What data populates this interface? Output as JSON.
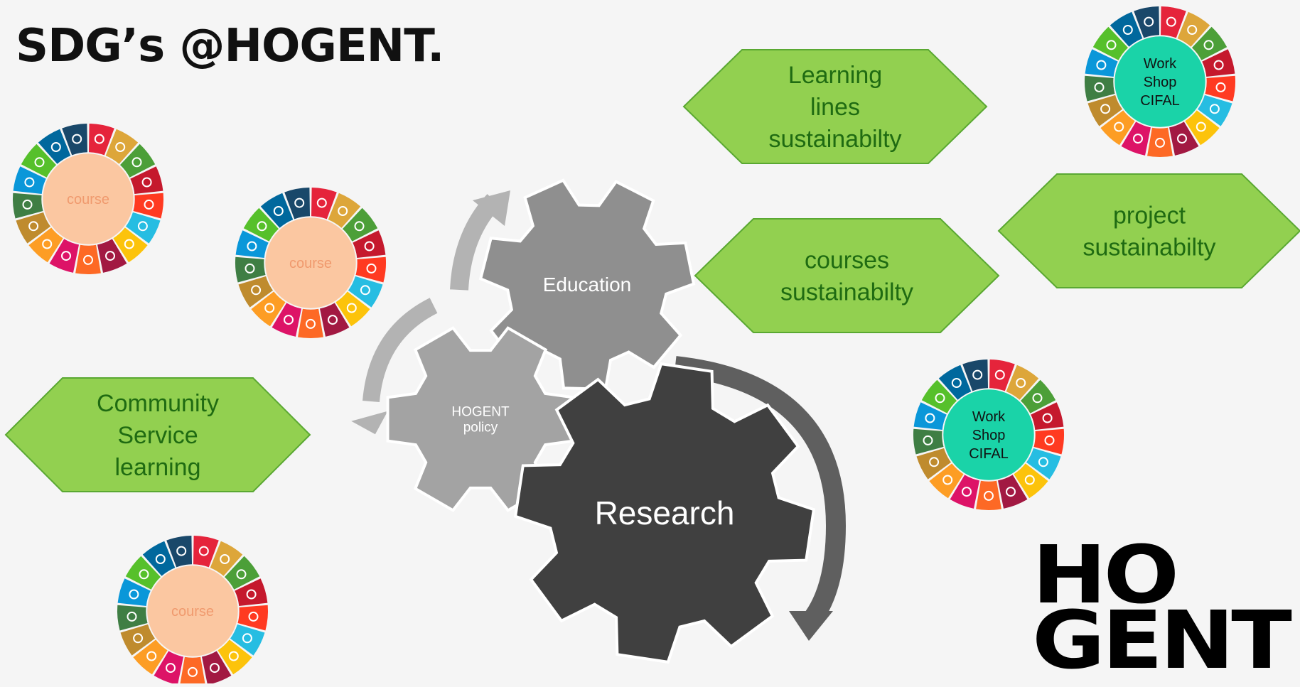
{
  "title": "SDG’s @HOGENT.",
  "logo": {
    "line1": "HO",
    "line2": "GENT"
  },
  "gears": [
    {
      "id": "gear-education",
      "label": "Education"
    },
    {
      "id": "gear-hogent-policy",
      "label": "HOGENT\npolicy"
    },
    {
      "id": "gear-research",
      "label": "Research"
    }
  ],
  "hexagons": [
    {
      "id": "hex-learning-lines",
      "label": "Learning\nlines\nsustainabilty"
    },
    {
      "id": "hex-courses",
      "label": "courses\nsustainabilty"
    },
    {
      "id": "hex-project",
      "label": "project\nsustainabilty"
    },
    {
      "id": "hex-community-service",
      "label": "Community\nService\nlearning"
    }
  ],
  "wheels": [
    {
      "id": "wheel-course-1",
      "label": "course",
      "center_color": "#fbc7a1",
      "text_color": "#f09a6e"
    },
    {
      "id": "wheel-course-2",
      "label": "course",
      "center_color": "#fbc7a1",
      "text_color": "#f09a6e"
    },
    {
      "id": "wheel-course-3",
      "label": "course",
      "center_color": "#fbc7a1",
      "text_color": "#f09a6e"
    },
    {
      "id": "wheel-workshop-1",
      "label": "Work\nShop\nCIFAL",
      "center_color": "#1ad3a8",
      "text_color": "#111111"
    },
    {
      "id": "wheel-workshop-2",
      "label": "Work\nShop\nCIFAL",
      "center_color": "#1ad3a8",
      "text_color": "#111111"
    }
  ],
  "colors": {
    "hex_fill": "#92d050",
    "hex_text": "#1f6b12",
    "gear_light": "#a3a3a3",
    "gear_mid": "#8f8f8f",
    "gear_dark": "#404040",
    "sdg": [
      "#e5243b",
      "#dda63a",
      "#4c9f38",
      "#c5192d",
      "#ff3a21",
      "#26bde2",
      "#fcc30b",
      "#a21942",
      "#fd6925",
      "#dd1367",
      "#fd9d24",
      "#bf8b2e",
      "#3f7e44",
      "#0a97d9",
      "#56c02b",
      "#00689d",
      "#19486a"
    ]
  }
}
